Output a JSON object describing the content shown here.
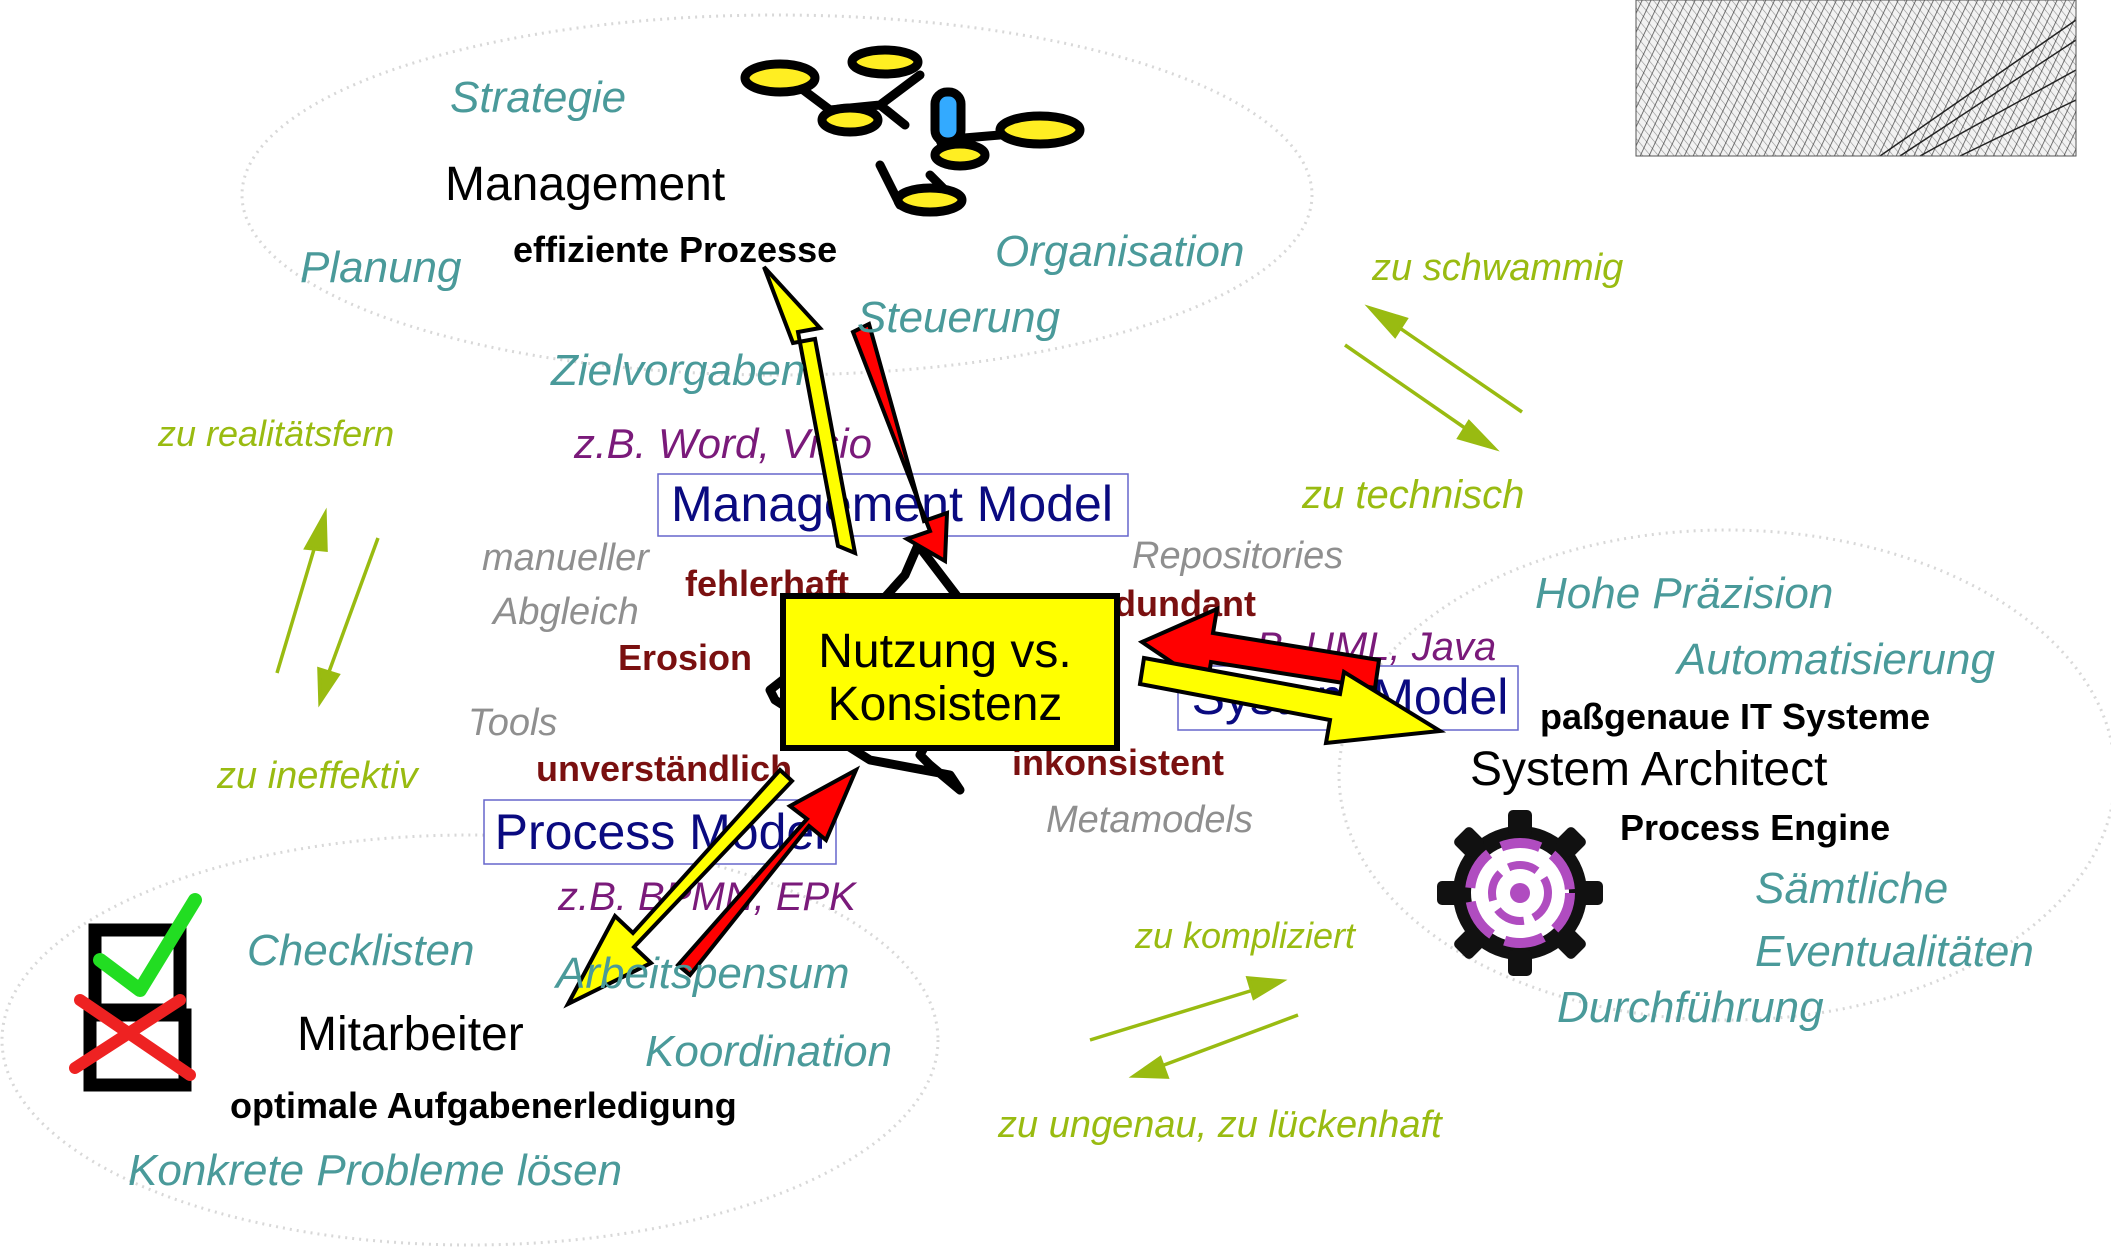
{
  "colors": {
    "teal": "#4a9a9a",
    "olive": "#99bb11",
    "purple": "#7a1a7a",
    "darkred": "#7a1010",
    "gray": "#8f8f8f",
    "navy": "#0a0a80",
    "arrow_yellow": "#ffff00",
    "arrow_red": "#ff0000",
    "center_fill": "#ffff00"
  },
  "management": {
    "role": "Management",
    "goal": "effiziente Prozesse",
    "tasks": [
      "Strategie",
      "Planung",
      "Organisation",
      "Steuerung",
      "Zielvorgaben"
    ],
    "icon": "org-chart-icon"
  },
  "mitarbeiter": {
    "role": "Mitarbeiter",
    "goal": "optimale Aufgabenerledigung",
    "tasks": [
      "Checklisten",
      "Arbeitspensum",
      "Koordination",
      "Konkrete Probleme lösen"
    ],
    "icon": "checklist-icon"
  },
  "system": {
    "role": "System Architect",
    "goal": "paßgenaue IT Systeme",
    "engine": "Process Engine",
    "tasks": [
      "Hohe Präzision",
      "Automatisierung",
      "Sämtliche",
      "Eventualitäten",
      "Durchführung"
    ],
    "icon": "gear-icon"
  },
  "models": {
    "management": "Management Model",
    "process": "Process Model",
    "system": "System Model",
    "management_tools": "z.B. Word, Visio",
    "process_tools": "z.B. BPMN, EPK",
    "system_tools": "z.B. UML, Java"
  },
  "center": {
    "line1": "Nutzung vs.",
    "line2": "Konsistenz"
  },
  "problems": [
    "fehlerhaft",
    "redundant",
    "Erosion",
    "unverständlich",
    "inkonsistent"
  ],
  "gray_terms": [
    "manueller",
    "Abgleich",
    "Tools",
    "Repositories",
    "Metamodels"
  ],
  "critiques": {
    "left_top": "zu realitätsfern",
    "left_bottom": "zu ineffektiv",
    "right_top": "zu schwammig",
    "right_bottom": "zu technisch",
    "bottom_top": "zu kompliziert",
    "bottom_bottom": "zu ungenau, zu lückenhaft"
  },
  "images": {
    "woodcut": "battle-woodcut-image"
  }
}
